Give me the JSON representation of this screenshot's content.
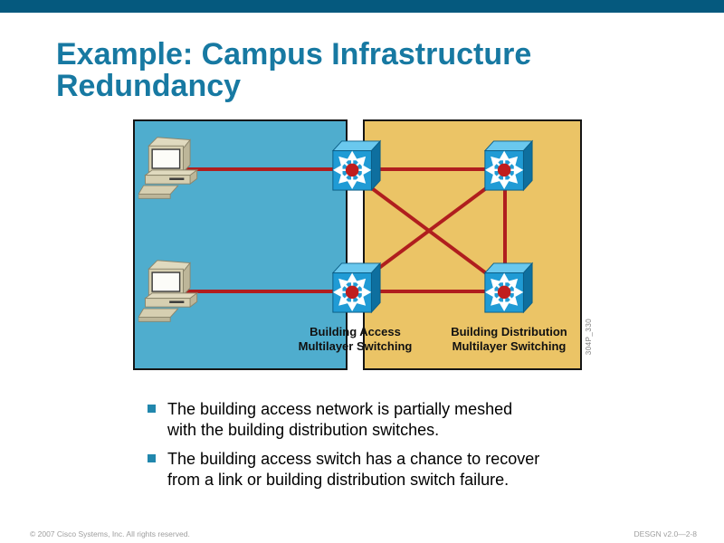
{
  "title": {
    "line1": "Example: Campus Infrastructure",
    "line2": "Redundancy"
  },
  "diagram": {
    "access_label": {
      "line1": "Building Access",
      "line2": "Multilayer Switching"
    },
    "distribution_label": {
      "line1": "Building Distribution",
      "line2": "Multilayer Switching"
    },
    "figure_id": "304P_330",
    "nodes": [
      {
        "id": "workstation-1",
        "type": "workstation"
      },
      {
        "id": "workstation-2",
        "type": "workstation"
      },
      {
        "id": "access-switch-1",
        "type": "multilayer-switch"
      },
      {
        "id": "access-switch-2",
        "type": "multilayer-switch"
      },
      {
        "id": "distribution-switch-1",
        "type": "multilayer-switch"
      },
      {
        "id": "distribution-switch-2",
        "type": "multilayer-switch"
      }
    ],
    "links": [
      [
        "workstation-1",
        "access-switch-1"
      ],
      [
        "workstation-2",
        "access-switch-2"
      ],
      [
        "access-switch-1",
        "distribution-switch-1"
      ],
      [
        "access-switch-2",
        "distribution-switch-2"
      ],
      [
        "access-switch-1",
        "distribution-switch-2"
      ],
      [
        "access-switch-2",
        "distribution-switch-1"
      ],
      [
        "distribution-switch-1",
        "distribution-switch-2"
      ]
    ]
  },
  "bullets": [
    {
      "line1": "The building access network is partially meshed",
      "line2": "with the building distribution switches."
    },
    {
      "line1": "The building access switch has a chance to recover",
      "line2": "from a link or building distribution switch failure."
    }
  ],
  "footer": {
    "copyright": "© 2007 Cisco Systems, Inc. All rights reserved.",
    "doc_id": "DESGN v2.0—2-8"
  },
  "colors": {
    "top_bar": "#05597E",
    "title_text": "#1779A2",
    "access_panel": "#4FADCE",
    "distribution_panel": "#EBC466",
    "link_line": "#B01E1E",
    "switch_front": "#209BD5",
    "switch_top": "#6AC8EE",
    "switch_side": "#0E6F9F",
    "switch_hub_dot": "#C01D1D",
    "bullet_square": "#2187AD",
    "footer_text": "#9E9E9E"
  }
}
